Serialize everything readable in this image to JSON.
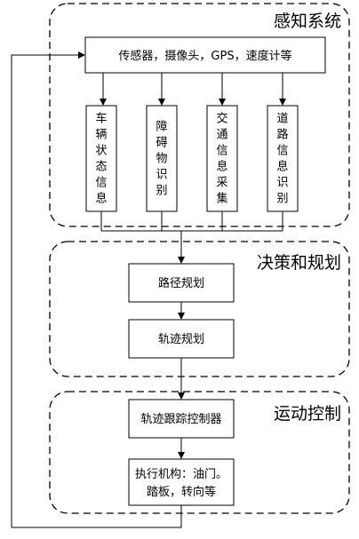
{
  "groups": {
    "perception": {
      "title": "感知系统"
    },
    "decision": {
      "title": "决策和规划"
    },
    "motion": {
      "title": "运动控制"
    }
  },
  "nodes": {
    "sensors": "传感器，摄像头，GPS，速度计等",
    "vehicle_state": "车辆状态信息",
    "obstacle": "障碍物识别",
    "traffic": "交通信息采集",
    "road": "道路信息识别",
    "path_planning": "路径规划",
    "trajectory_planning": "轨迹规划",
    "tracking_controller": "轨迹跟踪控制器",
    "actuator_line1": "执行机构：油门。",
    "actuator_line2": "踏板，转向等"
  }
}
